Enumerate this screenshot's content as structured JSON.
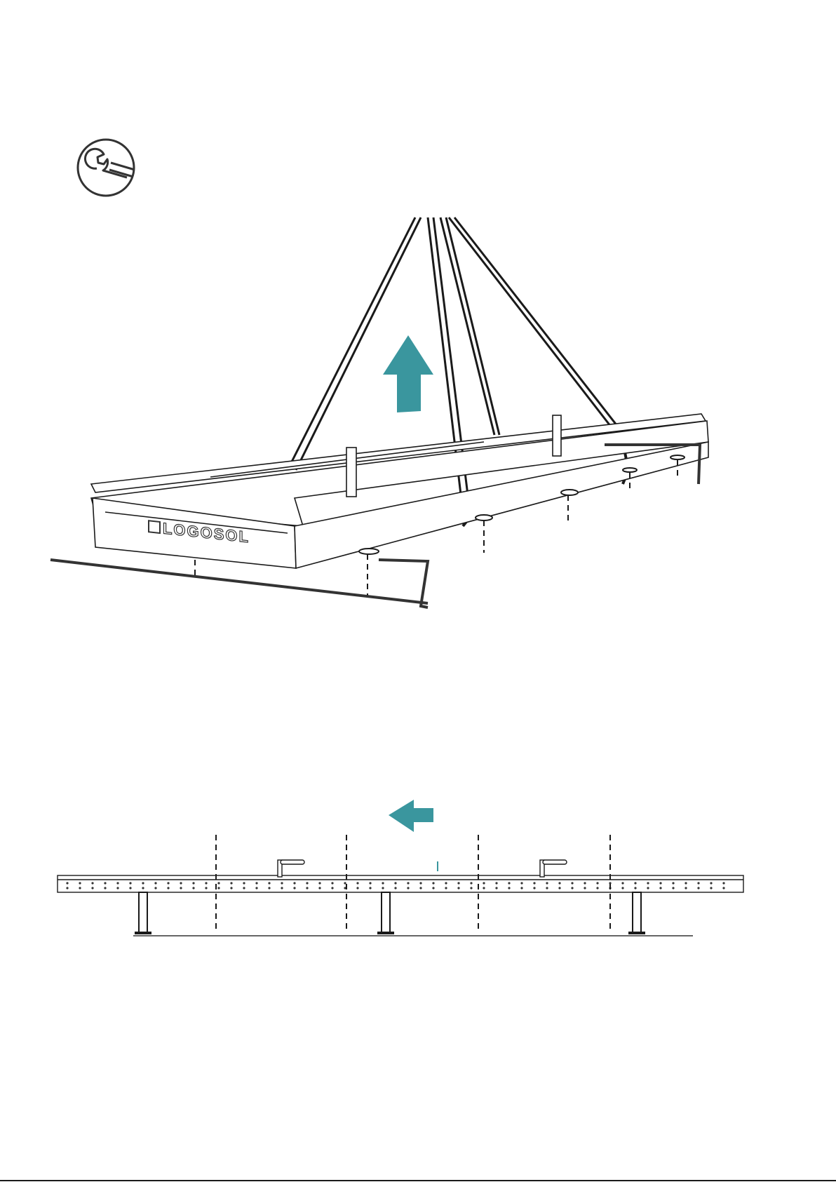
{
  "tool_icon": {
    "name": "wrench-icon"
  },
  "lift_figure": {
    "logo_text": "LOGOSOL",
    "arrow": {
      "direction": "up",
      "color": "#3a969e"
    }
  },
  "side_figure": {
    "arrow": {
      "direction": "left",
      "color": "#3a969e"
    }
  },
  "colors": {
    "accent": "#3a969e",
    "line": "#1a1a1a",
    "ground": "#333333"
  }
}
